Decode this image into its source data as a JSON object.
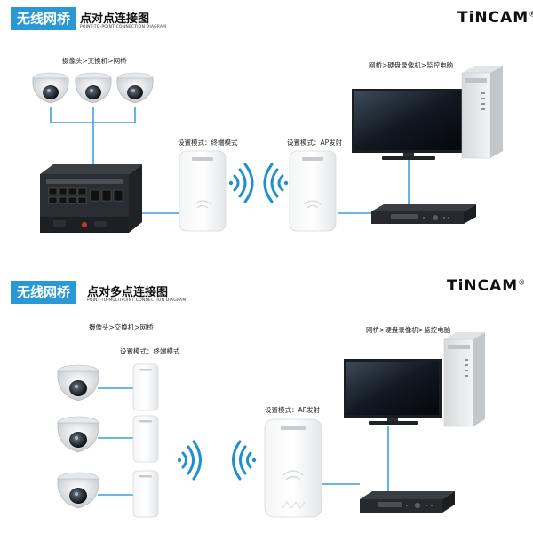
{
  "top": {
    "badge": "无线网桥",
    "title": "点对点连接图",
    "subtitle": "POINT-TO-POINT CONNECTION DIAGRAM",
    "brand": "TiNCAM",
    "brand_mark": "®",
    "left_group_label": "摄像头>交换机>网桥",
    "right_group_label": "网桥>硬盘录像机>监控电脑",
    "bridge_left_label": "设置模式：终端模式",
    "bridge_right_label": "设置模式：AP发射"
  },
  "bottom": {
    "badge": "无线网桥",
    "title": "点对多点连接图",
    "subtitle": "POINT-TO-MULTIPOINT CONNECTION DIAGRAM",
    "brand": "TiNCAM",
    "brand_mark": "®",
    "left_group_label": "摄像头>交换机>网桥",
    "right_group_label": "网桥>硬盘录像机>监控电脑",
    "bridge_left_label": "设置模式：终端模式",
    "bridge_right_label": "设置模式：AP发射"
  },
  "colors": {
    "accent": "#2a98d4",
    "link_line": "#3aa3dc",
    "wifi": "#1e8fd0"
  },
  "icons": [
    "dome-camera-icon",
    "network-switch-icon",
    "wireless-bridge-icon",
    "wifi-signal-icon",
    "monitor-icon",
    "pc-tower-icon",
    "dvr-recorder-icon"
  ]
}
